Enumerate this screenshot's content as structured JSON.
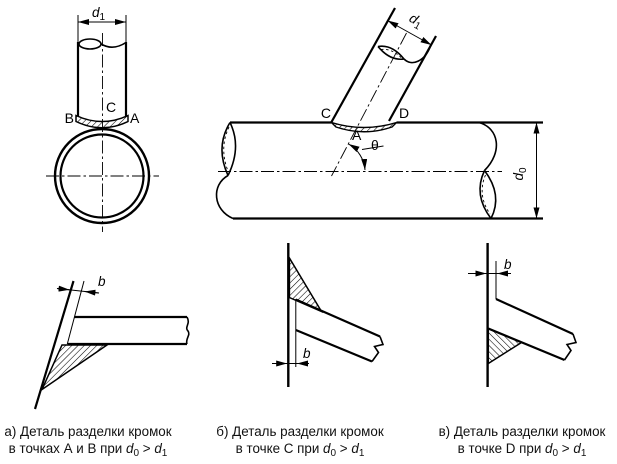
{
  "colors": {
    "ink": "#000000",
    "background": "#ffffff"
  },
  "labels": {
    "d": "d",
    "sub0": "0",
    "sub1": "1",
    "point_a": "A",
    "point_b": "B",
    "point_c": "C",
    "point_d": "D",
    "theta": "θ",
    "gap": "b"
  },
  "captions": {
    "a": {
      "line1": "а) Деталь разделки кромок",
      "line2_prefix": "в точках А и В при "
    },
    "b": {
      "line1": "б) Деталь разделки кромок",
      "line2_prefix": "в точке С при "
    },
    "v": {
      "line1": "в) Деталь разделки кромок",
      "line2_prefix": "в точке D при "
    },
    "relation": ">"
  }
}
